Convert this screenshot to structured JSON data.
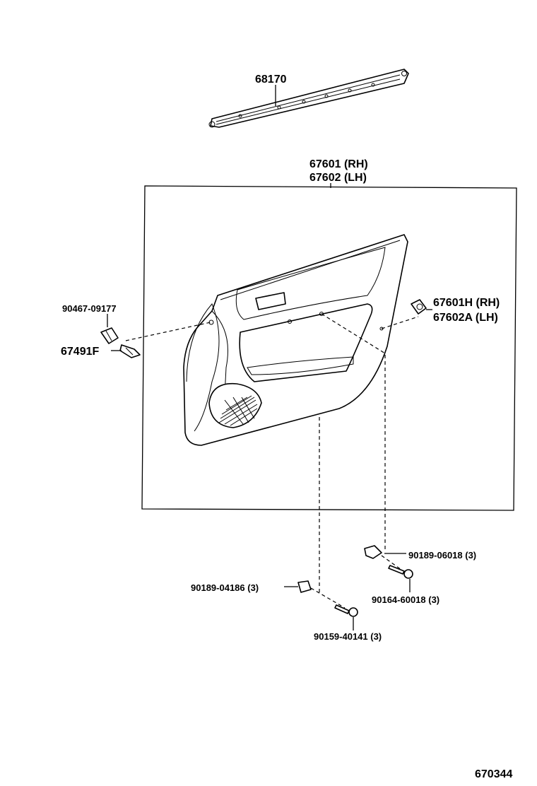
{
  "labels": {
    "weatherstrip": "68170",
    "panel_rh": "67601 (RH)",
    "panel_lh": "67602 (LH)",
    "clip_upper": "90467-09177",
    "plug": "67491F",
    "pad_rh": "67601H (RH)",
    "pad_lh": "67602A (LH)",
    "screw_a": "90189-06018 (3)",
    "screw_b": "90189-04186 (3)",
    "bolt_a": "90164-60018 (3)",
    "bolt_b": "90159-40141 (3)",
    "diagram_id": "670344"
  }
}
